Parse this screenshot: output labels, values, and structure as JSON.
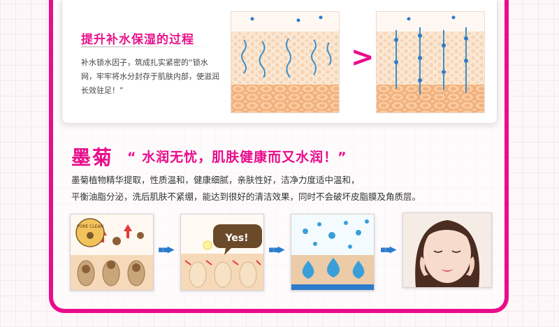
{
  "process_section": {
    "title": "提升补水保湿的过程",
    "description": "补水锁水因子，筑成扎实紧密的“锁水网，牢牢将水分封存于肌肤内部，使滋润长效驻足！”",
    "arrow_glyph": ">"
  },
  "brand_section": {
    "brand": "墨菊",
    "tagline": "“ 水润无忧，肌肤健康而又水润！”",
    "description_line1": "墨菊植物精华提取，性质温和，健康细腻，亲肤性好，洁净力度适中温和，",
    "description_line2": "平衡油脂分泌，洗后肌肤不紧绷，能达到很好的清洁效果，同时不会破坏皮脂膜及角质层。"
  },
  "steps": {
    "step1_badge": "PORE CLEAN",
    "step2_bubble": "Yes!",
    "flow_arrow_glyph": "▪▪▶"
  },
  "colors": {
    "accent": "#ea0c8b",
    "flow_arrow": "#2c7ccc",
    "water": "#3a9fd8"
  }
}
